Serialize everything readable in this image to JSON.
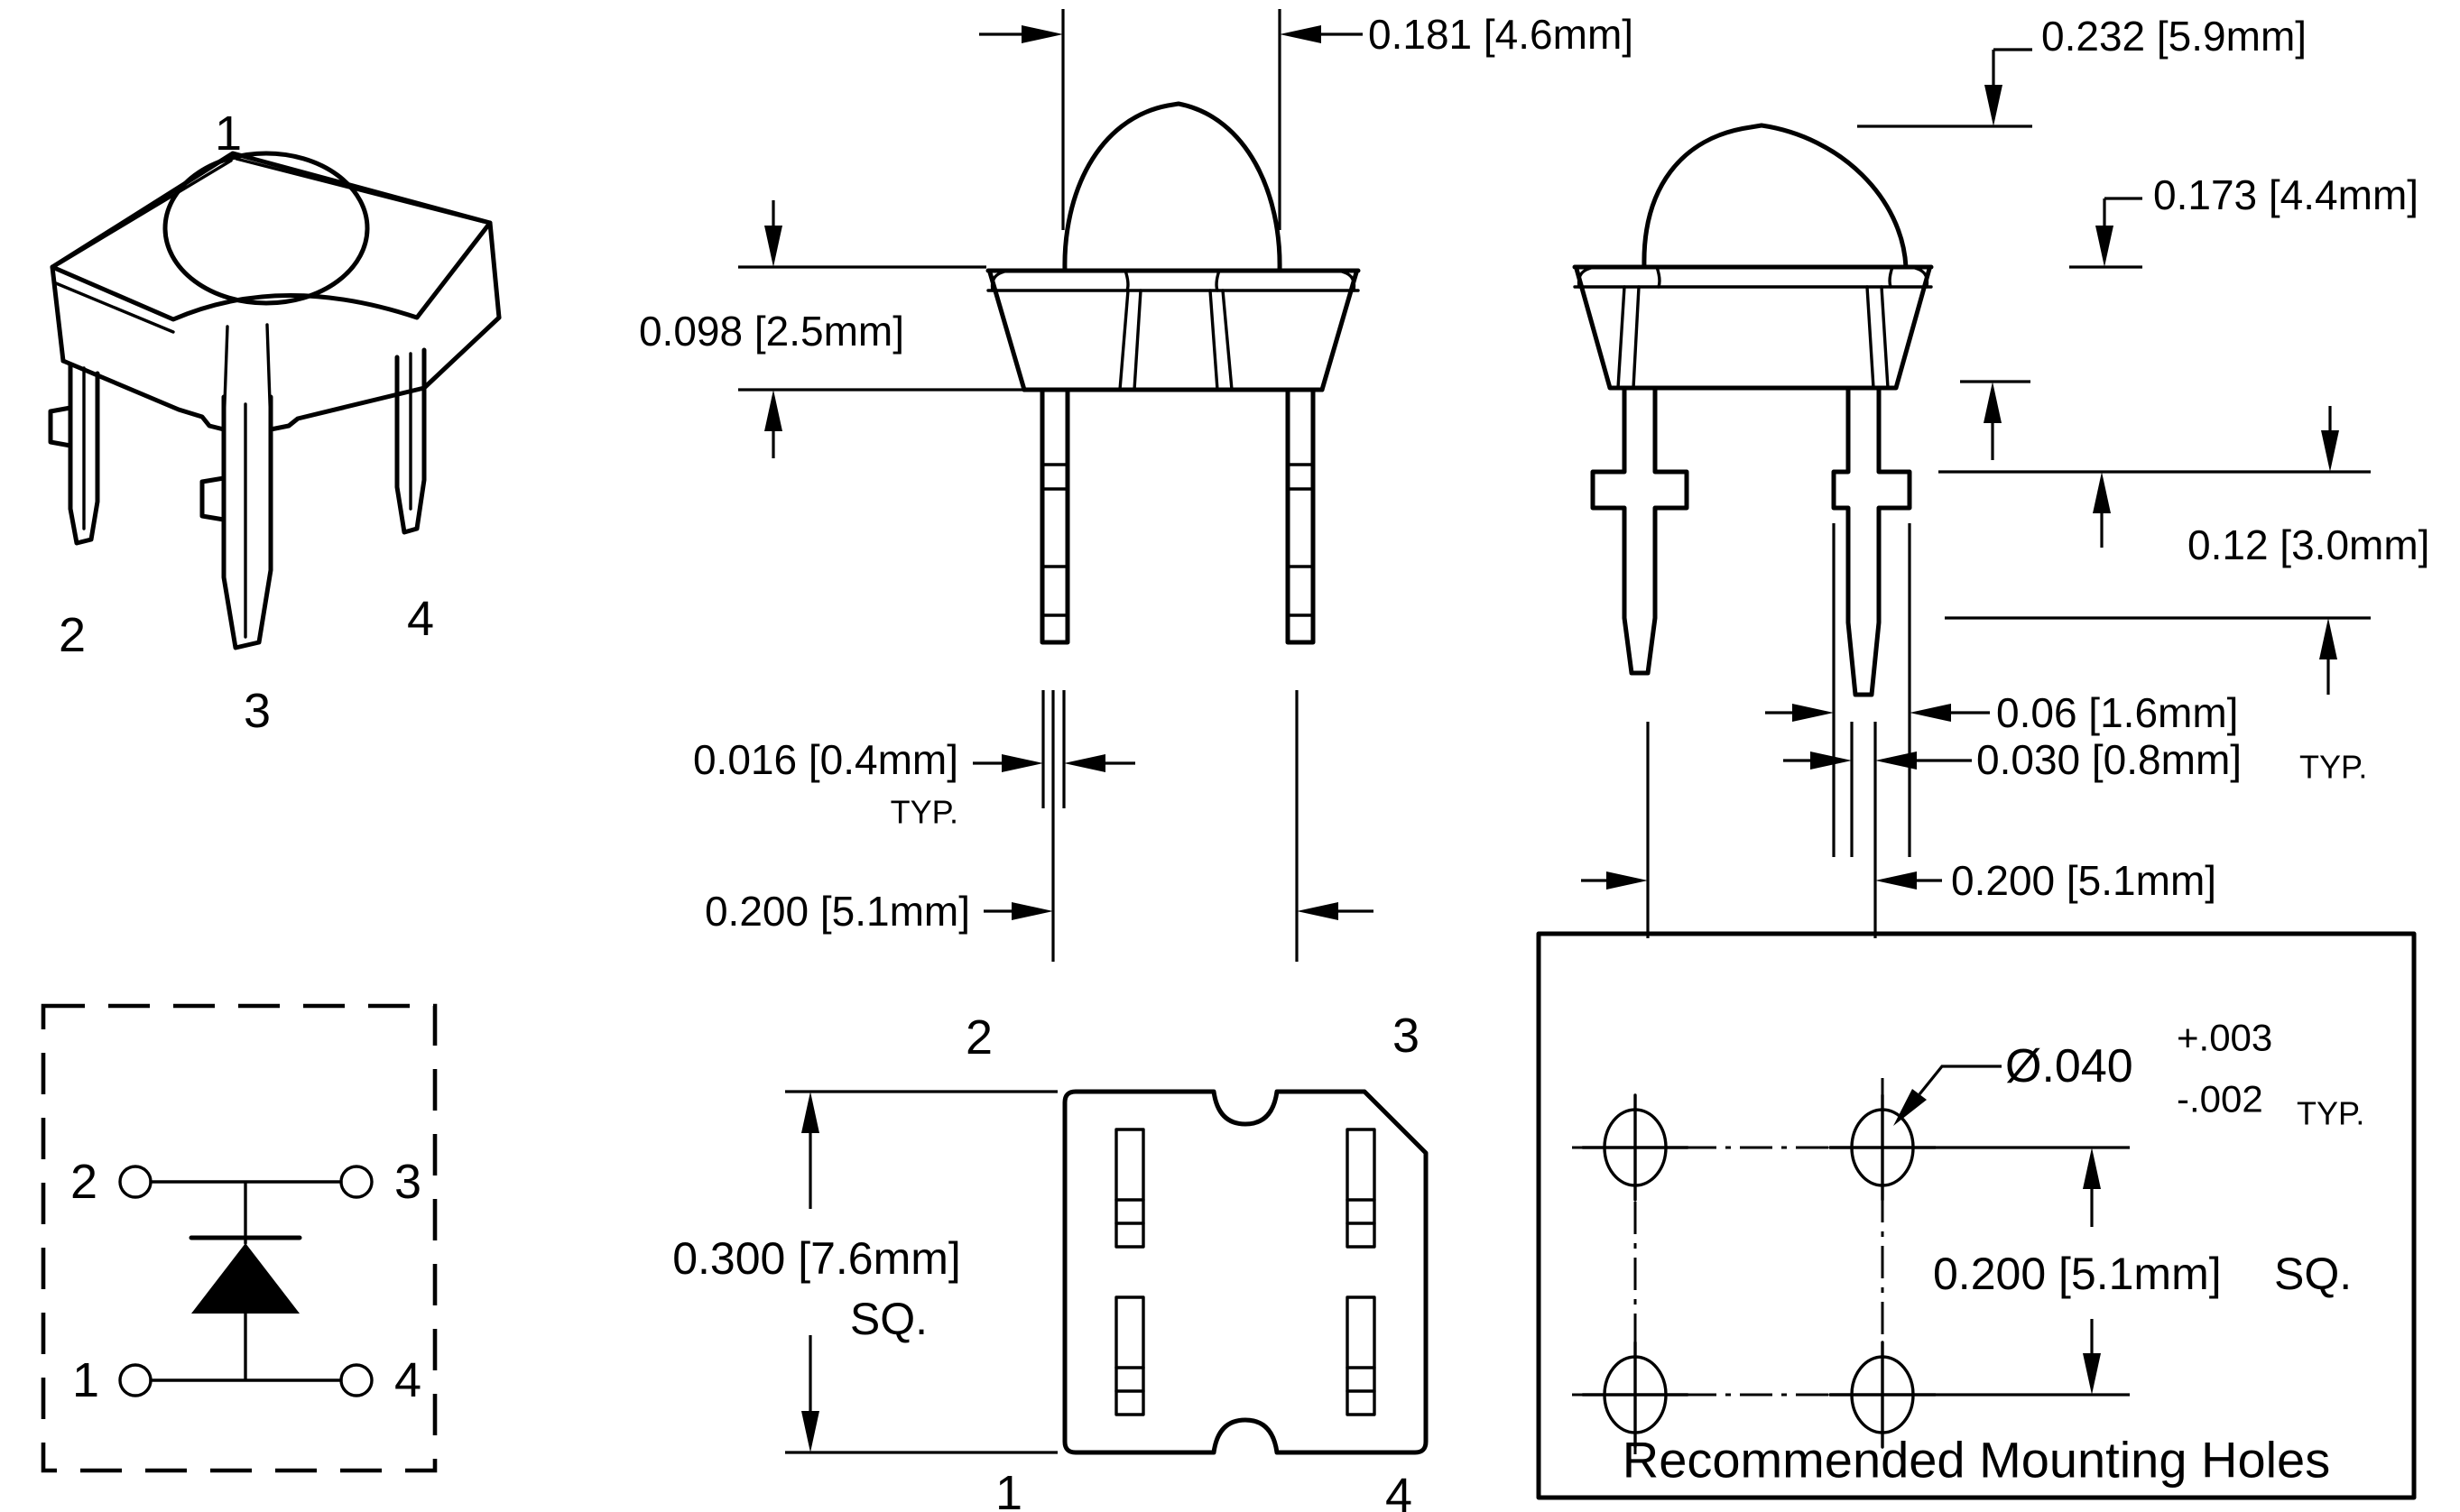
{
  "drawing": {
    "background": "#ffffff",
    "line_color": "#000000"
  },
  "isometric": {
    "pin1": "1",
    "pin2": "2",
    "pin3": "3",
    "pin4": "4"
  },
  "front": {
    "dome_width": "0.181 [4.6mm]",
    "flange_height": "0.098 [2.5mm]",
    "lead_thickness": "0.016 [0.4mm]",
    "lead_thickness_typ": "TYP.",
    "lead_pitch": "0.200 [5.1mm]"
  },
  "side": {
    "dome_height": "0.232 [5.9mm]",
    "body_height": "0.173 [4.4mm]",
    "standoff_height": "0.12 [3.0mm]",
    "lead_width": "0.06 [1.6mm]",
    "lead_tip_width": "0.030 [0.8mm]",
    "lead_tip_typ": "TYP.",
    "lead_pitch": "0.200 [5.1mm]"
  },
  "schematic": {
    "pin1": "1",
    "pin2": "2",
    "pin3": "3",
    "pin4": "4"
  },
  "bottom": {
    "body_square": "0.300 [7.6mm]",
    "square_abbr": "SQ.",
    "pin1": "1",
    "pin2": "2",
    "pin3": "3",
    "pin4": "4"
  },
  "mounting": {
    "hole_diameter": "Ø.040",
    "tolerance_plus": "+.003",
    "tolerance_minus": "-.002",
    "typ": "TYP.",
    "hole_pitch": "0.200 [5.1mm]",
    "square_abbr": "SQ.",
    "title": "Recommended Mounting Holes"
  }
}
